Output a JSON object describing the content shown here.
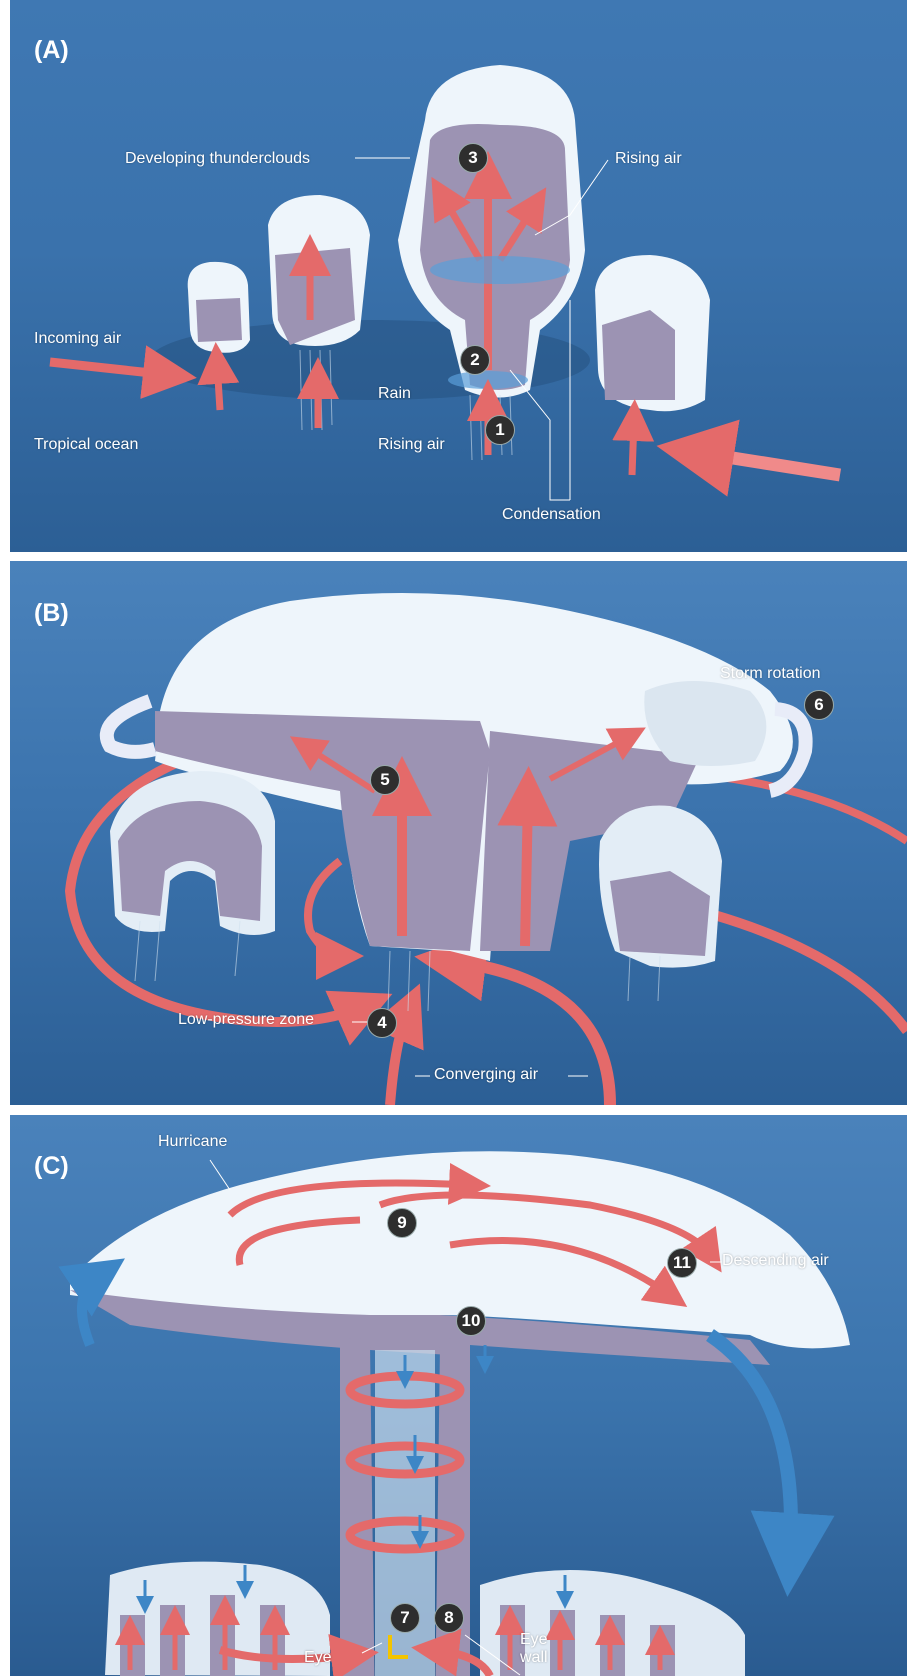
{
  "panel_a": {
    "tag": "(A)",
    "labels": {
      "developing_thunderclouds": "Developing thunderclouds",
      "rising_air_top": "Rising air",
      "incoming_air": "Incoming air",
      "rain": "Rain",
      "tropical_ocean": "Tropical ocean",
      "rising_air_bottom": "Rising air",
      "condensation": "Condensation"
    },
    "markers": [
      "1",
      "2",
      "3"
    ]
  },
  "panel_b": {
    "tag": "(B)",
    "labels": {
      "storm_rotation": "Storm rotation",
      "low_pressure_zone": "Low-pressure zone",
      "converging_air": "Converging air"
    },
    "markers": [
      "4",
      "5",
      "6"
    ]
  },
  "panel_c": {
    "tag": "(C)",
    "labels": {
      "hurricane": "Hurricane",
      "descending_air": "Descending air",
      "eye": "Eye",
      "eye_wall": "Eye\nwall"
    },
    "markers": [
      "7",
      "8",
      "9",
      "10",
      "11"
    ]
  },
  "colors": {
    "ocean": "#2f6ea8",
    "cloud": "#e9f2f8",
    "cloud_core": "#9c93b3",
    "rising_arrow": "#e46a6a",
    "descending_arrow": "#3d86c6",
    "eye_marker": "#f3c400"
  }
}
